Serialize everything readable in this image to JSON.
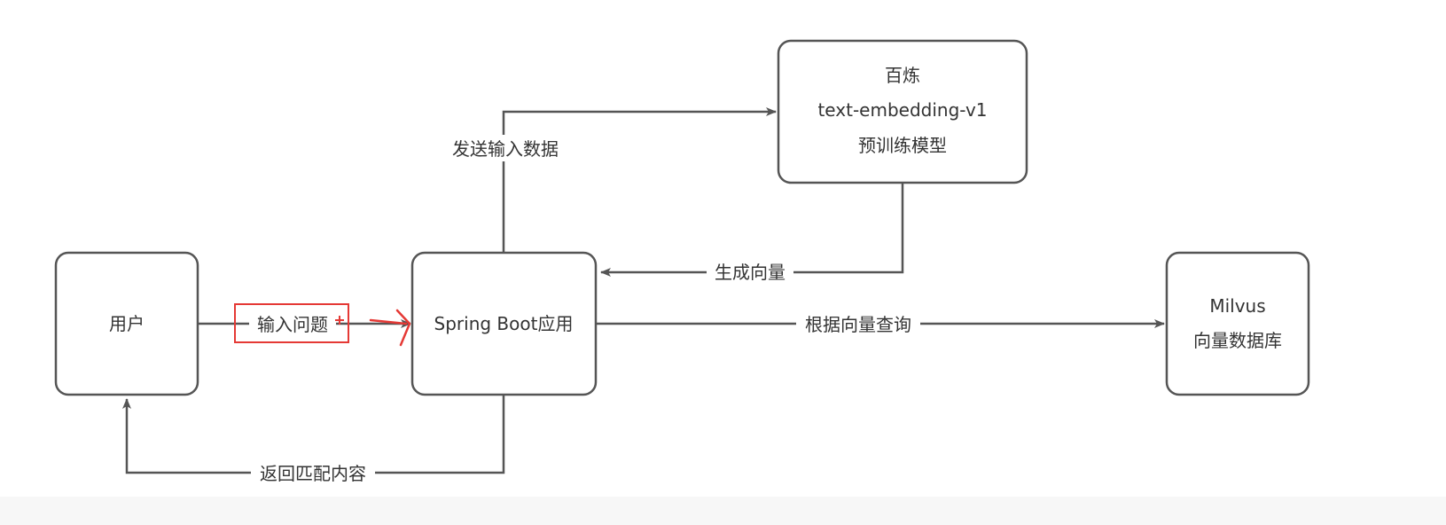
{
  "nodes": {
    "user": {
      "label": "用户"
    },
    "spring": {
      "label": "Spring Boot应用"
    },
    "bailian": {
      "line1": "百炼",
      "line2": "text-embedding-v1",
      "line3": "预训练模型"
    },
    "milvus": {
      "line1": "Milvus",
      "line2": "向量数据库"
    }
  },
  "edges": {
    "input_question": "输入问题",
    "send_input": "发送输入数据",
    "generate_vector": "生成向量",
    "query_by_vector": "根据向量查询",
    "return_matches": "返回匹配内容"
  },
  "annotation": {
    "color": "#e53935"
  },
  "colors": {
    "stroke": "#555555",
    "text": "#333333"
  }
}
